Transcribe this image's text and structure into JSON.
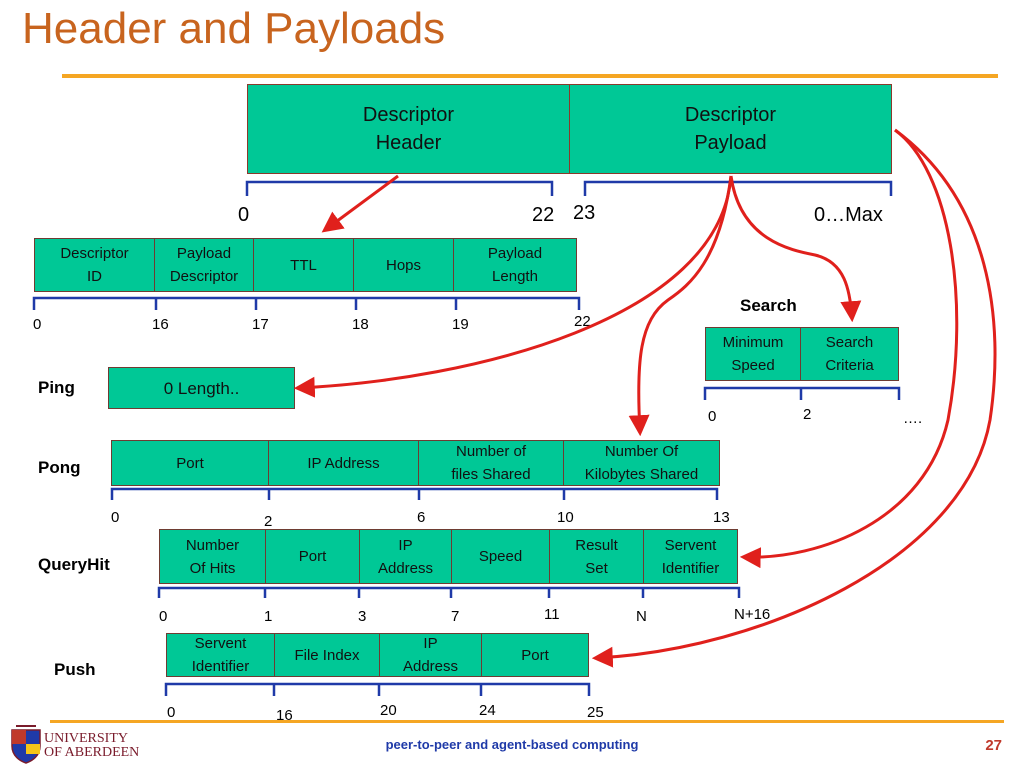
{
  "title": "Header and Payloads",
  "descriptor": {
    "cells": [
      "Descriptor\nHeader",
      "Descriptor\nPayload"
    ],
    "offsets": [
      "0",
      "22",
      "23",
      "0…Max"
    ]
  },
  "header_fields": {
    "cells": [
      "Descriptor\nID",
      "Payload\nDescriptor",
      "TTL",
      "Hops",
      "Payload\nLength"
    ],
    "offsets": [
      "0",
      "16",
      "17",
      "18",
      "19",
      "22"
    ]
  },
  "search": {
    "label": "Search",
    "cells": [
      "Minimum\nSpeed",
      "Search\nCriteria"
    ],
    "offsets": [
      "0",
      "2",
      "…."
    ]
  },
  "ping": {
    "label": "Ping",
    "cells": [
      "0 Length.."
    ]
  },
  "pong": {
    "label": "Pong",
    "cells": [
      "Port",
      "IP Address",
      "Number of\nfiles Shared",
      "Number Of\nKilobytes Shared"
    ],
    "offsets": [
      "0",
      "2",
      "6",
      "10",
      "13"
    ]
  },
  "queryhit": {
    "label": "QueryHit",
    "cells": [
      "Number\nOf Hits",
      "Port",
      "IP\nAddress",
      "Speed",
      "Result\nSet",
      "Servent\nIdentifier"
    ],
    "offsets": [
      "0",
      "1",
      "3",
      "7",
      "11",
      "N",
      "N+16"
    ]
  },
  "push": {
    "label": "Push",
    "cells": [
      "Servent\nIdentifier",
      "File Index",
      "IP\nAddress",
      "Port"
    ],
    "offsets": [
      "0",
      "16",
      "20",
      "24",
      "25"
    ]
  },
  "footer": "peer-to-peer and agent-based computing",
  "page_number": "27",
  "logo": {
    "line1": "UNIVERSITY",
    "line2": "OF ABERDEEN"
  },
  "colors": {
    "field": "#00c896",
    "arrow": "#e0201c",
    "title": "#c8641e",
    "rule": "#f5a623",
    "bracket": "#1f3aa8"
  }
}
